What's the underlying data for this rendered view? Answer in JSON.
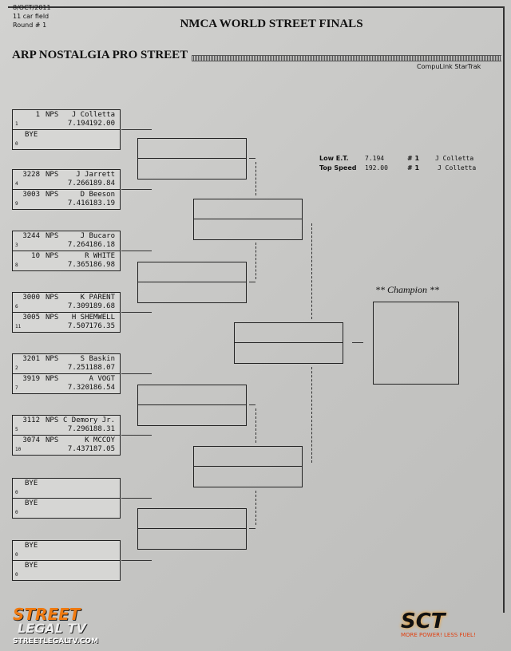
{
  "header": {
    "date": "8/OCT/2011",
    "field": "11 car field",
    "round": "Round # 1",
    "event": "NMCA WORLD STREET FINALS",
    "class": "ARP NOSTALGIA PRO STREET",
    "software": "CompuLink StarTrak"
  },
  "matchups": [
    [
      {
        "car": "1",
        "cls": "NPS",
        "name": "J Colletta",
        "seed": "1",
        "et": "7.194",
        "mph": "192.00"
      },
      {
        "bye": "BYE",
        "seed": "0"
      }
    ],
    [
      {
        "car": "3228",
        "cls": "NPS",
        "name": "J Jarrett",
        "seed": "4",
        "et": "7.266",
        "mph": "189.84"
      },
      {
        "car": "3003",
        "cls": "NPS",
        "name": "D Beeson",
        "seed": "9",
        "et": "7.416",
        "mph": "183.19"
      }
    ],
    [
      {
        "car": "3244",
        "cls": "NPS",
        "name": "J Bucaro",
        "seed": "3",
        "et": "7.264",
        "mph": "186.18"
      },
      {
        "car": "10",
        "cls": "NPS",
        "name": "R WHITE",
        "seed": "8",
        "et": "7.365",
        "mph": "186.98"
      }
    ],
    [
      {
        "car": "3000",
        "cls": "NPS",
        "name": "K PARENT",
        "seed": "6",
        "et": "7.309",
        "mph": "189.68"
      },
      {
        "car": "3005",
        "cls": "NPS",
        "name": "H SHEMWELL",
        "seed": "11",
        "et": "7.507",
        "mph": "176.35"
      }
    ],
    [
      {
        "car": "3201",
        "cls": "NPS",
        "name": "S Baskin",
        "seed": "2",
        "et": "7.251",
        "mph": "188.07"
      },
      {
        "car": "3919",
        "cls": "NPS",
        "name": "A VOGT",
        "seed": "7",
        "et": "7.320",
        "mph": "186.54"
      }
    ],
    [
      {
        "car": "3112",
        "cls": "NPS",
        "name": "C Demory Jr.",
        "seed": "5",
        "et": "7.296",
        "mph": "188.31"
      },
      {
        "car": "3074",
        "cls": "NPS",
        "name": "K MCCOY",
        "seed": "10",
        "et": "7.437",
        "mph": "187.05"
      }
    ],
    [
      {
        "bye": "BYE",
        "seed": "0"
      },
      {
        "bye": "BYE",
        "seed": "0"
      }
    ],
    [
      {
        "bye": "BYE",
        "seed": "0"
      },
      {
        "bye": "BYE",
        "seed": "0"
      }
    ]
  ],
  "stats": {
    "low_et": {
      "label": "Low  E.T.",
      "value": "7.194",
      "rank": "# 1",
      "name": "J Colletta"
    },
    "top_speed": {
      "label": "Top Speed",
      "value": "192.00",
      "rank": "# 1",
      "name": "J Colletta"
    }
  },
  "champion_label": "** Champion **",
  "logos": {
    "left_line1": "STREET",
    "left_line2": "LEGAL TV",
    "left_url": "STREETLEGALTV.COM",
    "right_name": "SCT",
    "right_tagline": "MORE POWER! LESS FUEL!"
  }
}
